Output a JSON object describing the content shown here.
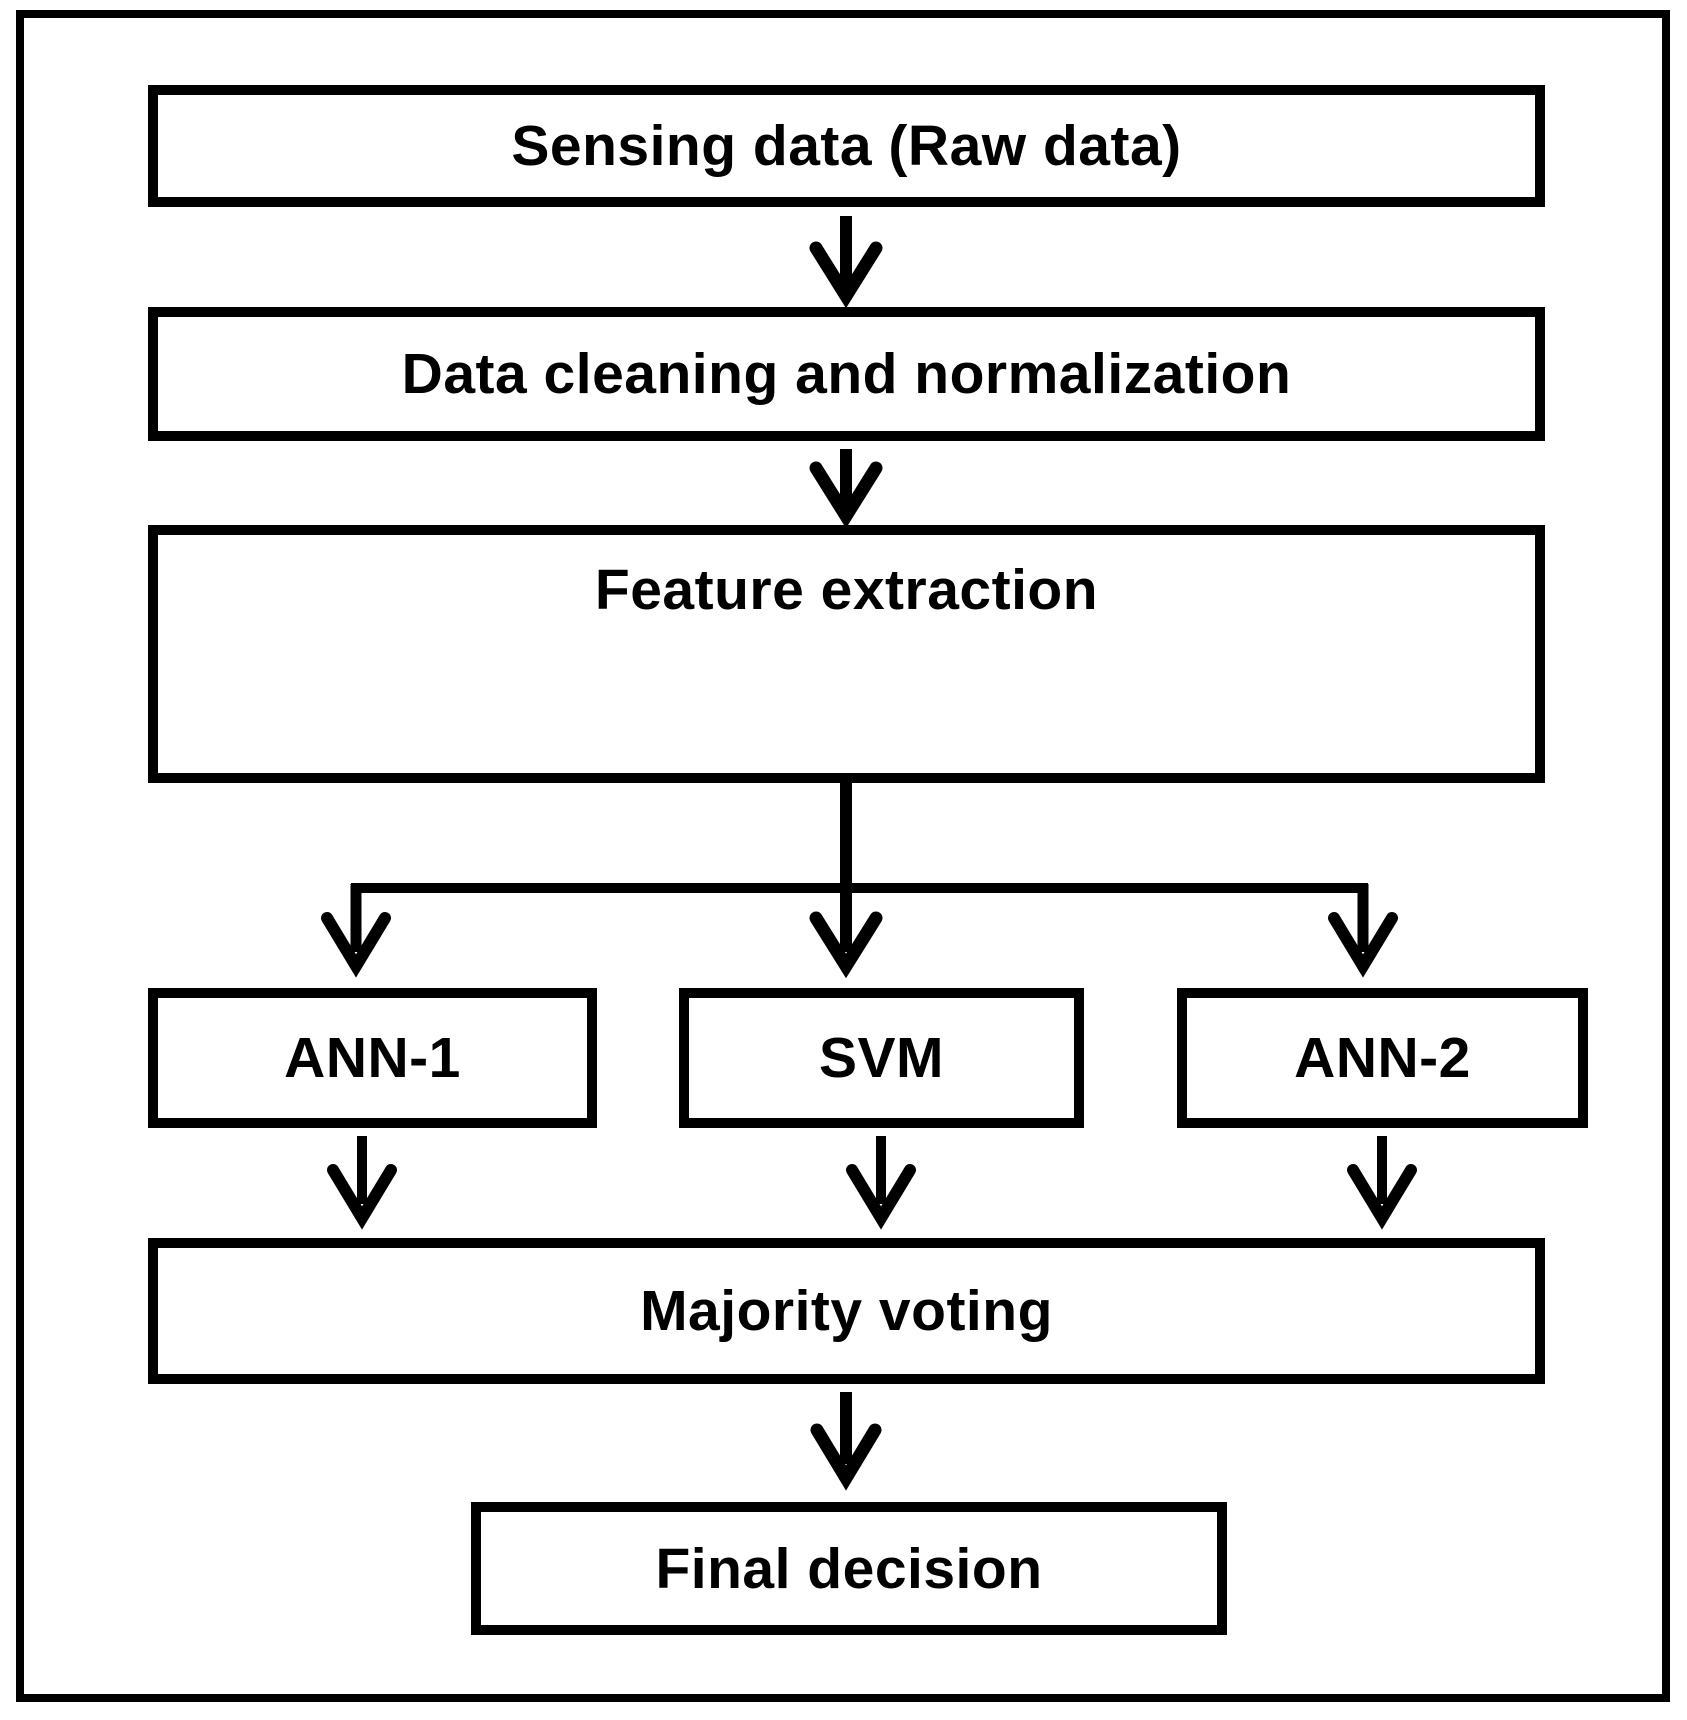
{
  "diagram": {
    "type": "flowchart",
    "colors": {
      "stroke": "#000000",
      "background": "#ffffff"
    },
    "nodes": [
      {
        "id": "sensing",
        "label": "Sensing data (Raw data)"
      },
      {
        "id": "cleaning",
        "label": "Data cleaning and normalization"
      },
      {
        "id": "feature",
        "label": "Feature extraction"
      },
      {
        "id": "ann1",
        "label": "ANN-1"
      },
      {
        "id": "svm",
        "label": "SVM"
      },
      {
        "id": "ann2",
        "label": "ANN-2"
      },
      {
        "id": "voting",
        "label": "Majority voting"
      },
      {
        "id": "final",
        "label": "Final decision"
      }
    ],
    "edges": [
      {
        "from": "sensing",
        "to": "cleaning"
      },
      {
        "from": "cleaning",
        "to": "feature"
      },
      {
        "from": "feature",
        "to": "ann1"
      },
      {
        "from": "feature",
        "to": "svm"
      },
      {
        "from": "feature",
        "to": "ann2"
      },
      {
        "from": "ann1",
        "to": "voting"
      },
      {
        "from": "svm",
        "to": "voting"
      },
      {
        "from": "ann2",
        "to": "voting"
      },
      {
        "from": "voting",
        "to": "final"
      }
    ]
  }
}
